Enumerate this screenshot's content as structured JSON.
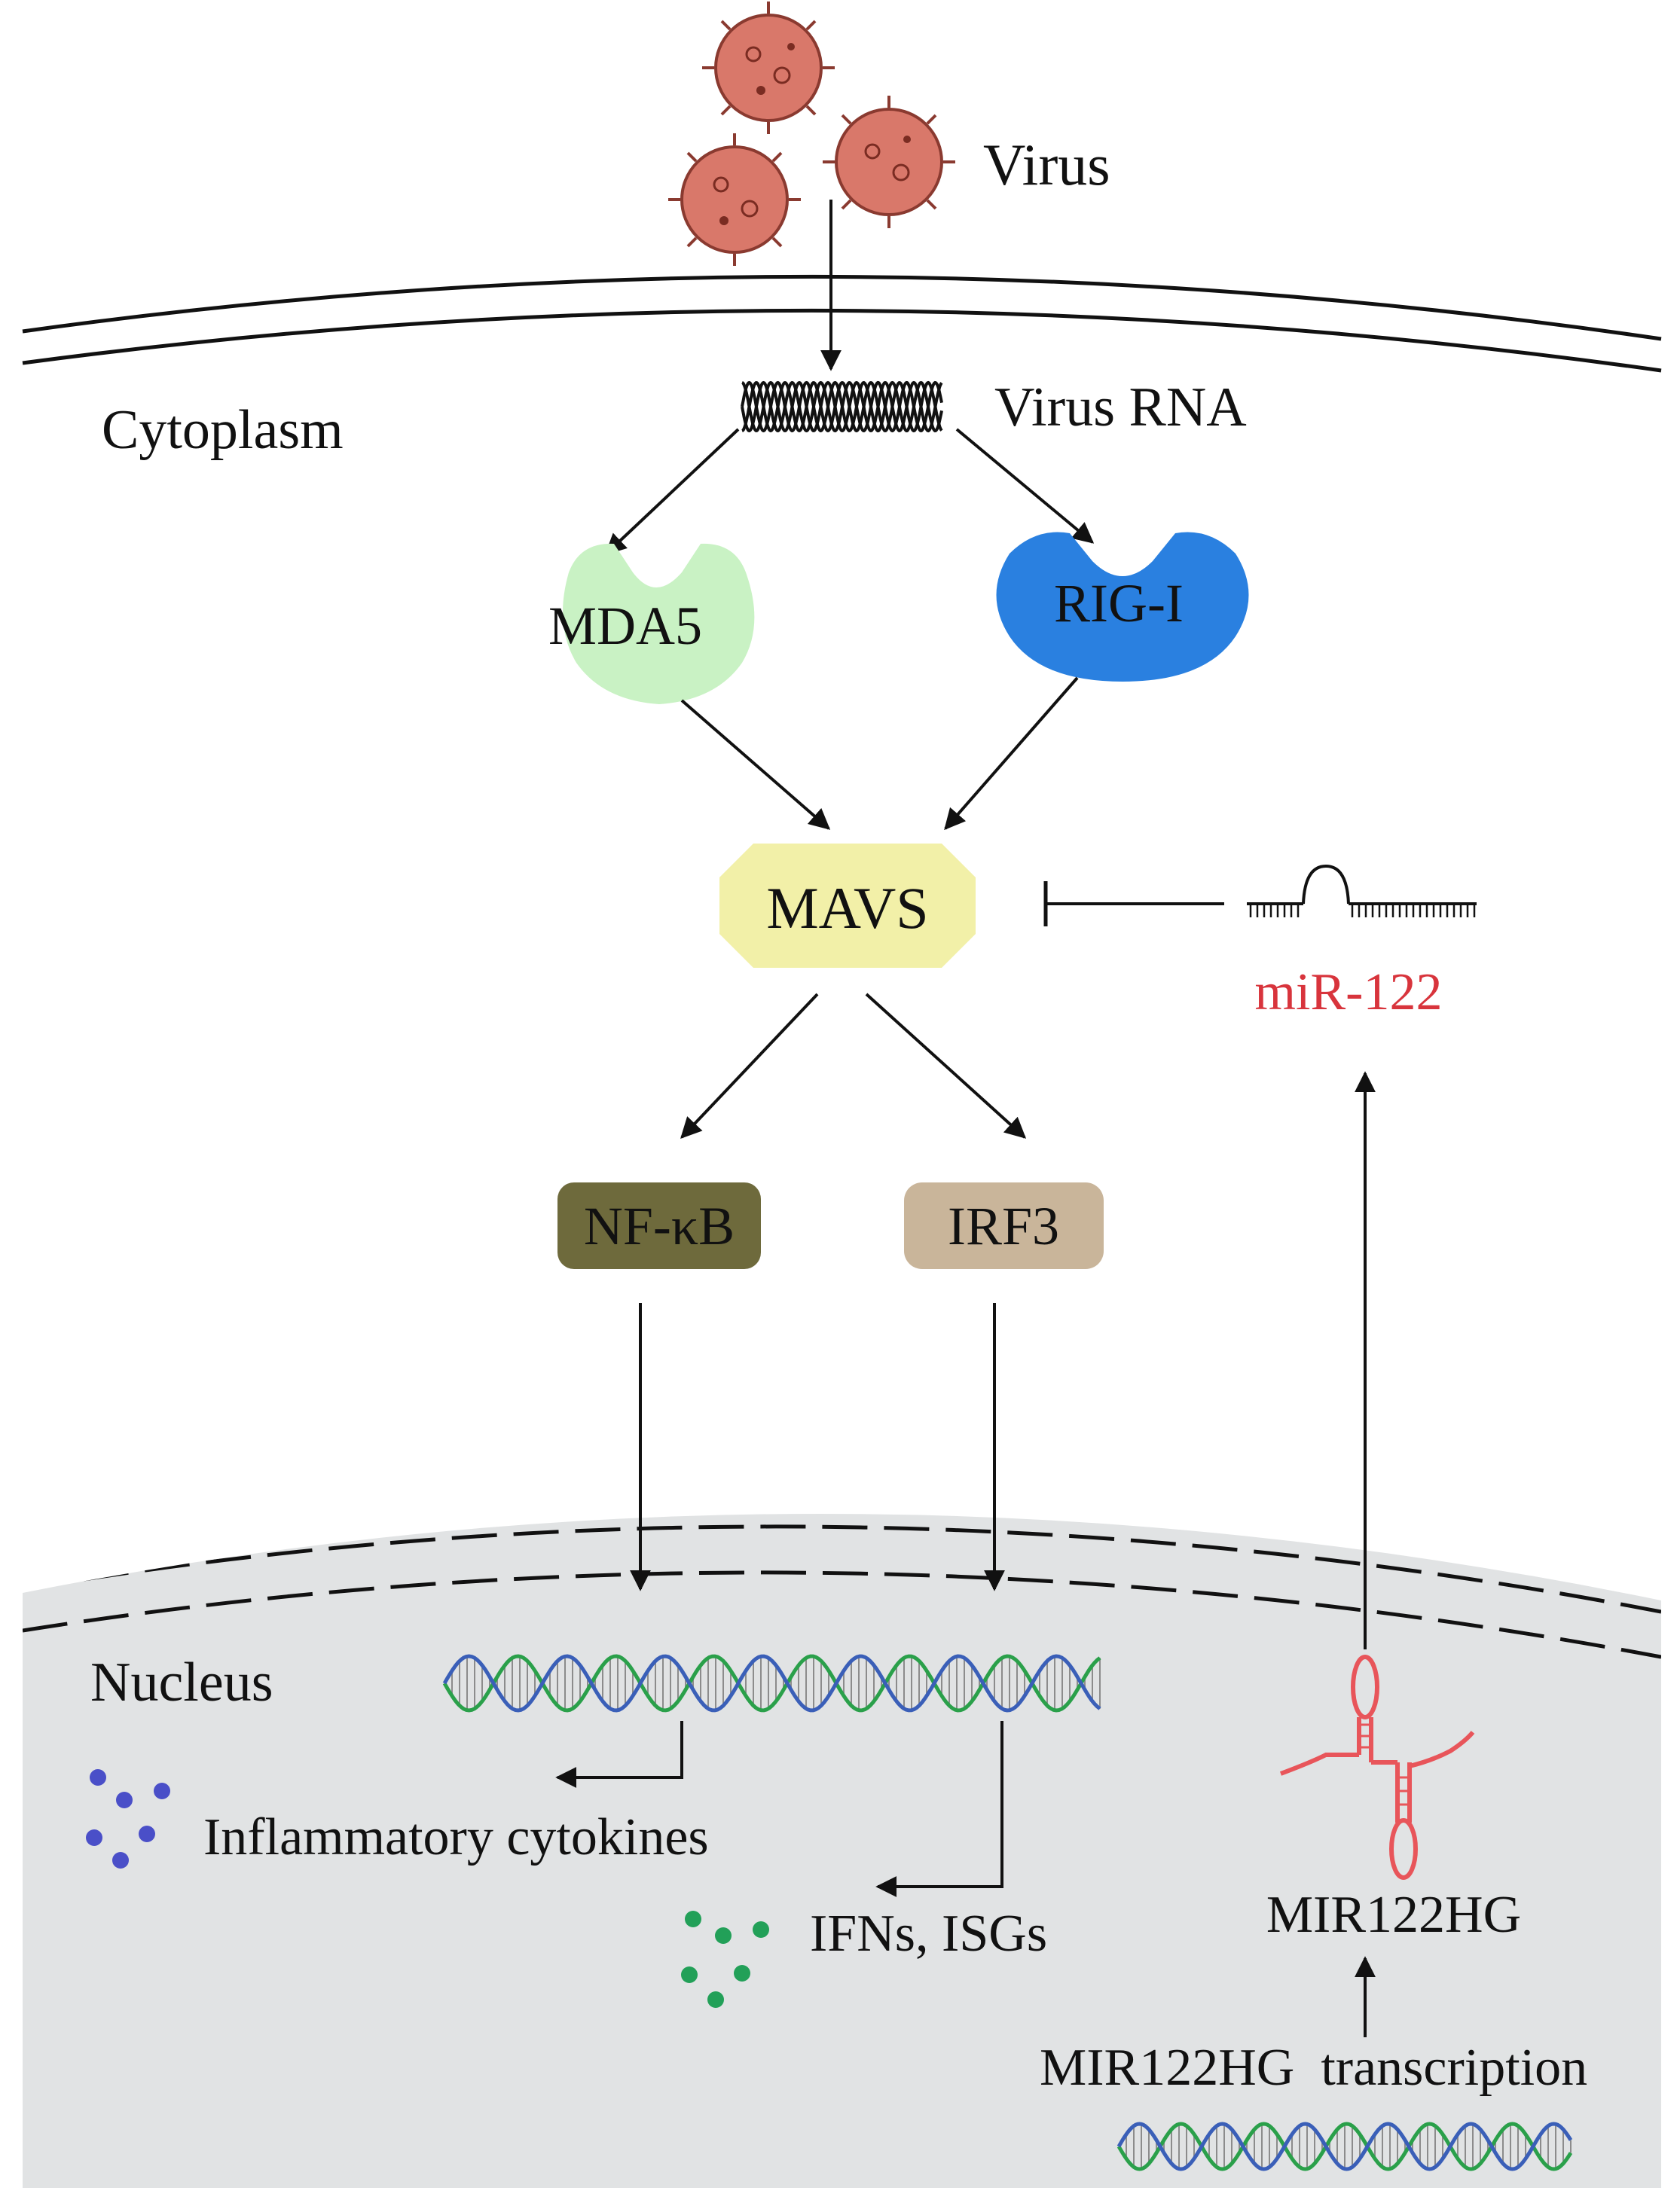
{
  "labels": {
    "virus": "Virus",
    "cytoplasm": "Cytoplasm",
    "virus_rna": "Virus RNA",
    "mda5": "MDA5",
    "rig_i": "RIG-I",
    "mavs": "MAVS",
    "mir122": "miR-122",
    "nfkb": "NF-κB",
    "irf3": "IRF3",
    "nucleus": "Nucleus",
    "inflammatory_cytokines": "Inflammatory cytokines",
    "ifns_isgs": "IFNs, ISGs",
    "mir122hg": "MIR122HG",
    "mir122hg_transcription": "MIR122HG  transcription"
  },
  "colors": {
    "virus": "#d9786a",
    "mda5": "#c9f2c4",
    "rig_i": "#2a80e0",
    "mavs": "#f2f0a8",
    "nfkb": "#6e6a3c",
    "irf3": "#c9b59a",
    "mir122": "#d8343c",
    "mir122hg_rna": "#e8555a",
    "nucleus": "#e1e3e4",
    "cytokine_dots": "#4a4fc8",
    "ifn_dots": "#22a058",
    "dna_strand_a": "#2aa04a",
    "dna_strand_b": "#3a5fb8"
  }
}
